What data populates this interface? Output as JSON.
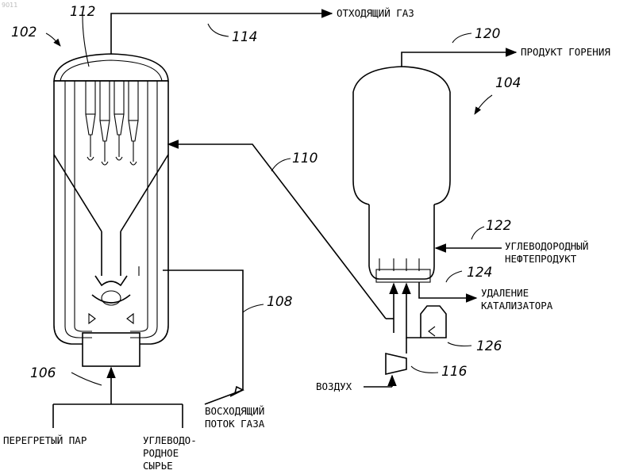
{
  "figure_id": "9011",
  "ref_numbers": {
    "regenerator": "102",
    "reactor": "104",
    "hydrocarbon_feed": "106",
    "riser": "108",
    "catalyst_line": "110",
    "plenum": "112",
    "flue_gas_line": "114",
    "air_blower": "116",
    "product_line": "120",
    "oil_inlet": "122",
    "catalyst_removal_line": "124",
    "heater": "126"
  },
  "labels": {
    "flue_gas": "ОТХОДЯЩИЙ ГАЗ",
    "combustion_product": "ПРОДУКТ ГОРЕНИЯ",
    "hydrocarbon_oil_line1": "УГЛЕВОДОРОДНЫЙ",
    "hydrocarbon_oil_line2": "НЕФТЕПРОДУКТ",
    "catalyst_removal_line1": "УДАЛЕНИЕ",
    "catalyst_removal_line2": "КАТАЛИЗАТОРА",
    "air": "ВОЗДУХ",
    "riser_line1": "ВОСХОДЯЩИЙ",
    "riser_line2": "ПОТОК ГАЗА",
    "steam": "ПЕРЕГРЕТЫЙ ПАР",
    "feed_line1": "УГЛЕВОДО-",
    "feed_line2": "РОДНОЕ",
    "feed_line3": "СЫРЬЕ"
  }
}
